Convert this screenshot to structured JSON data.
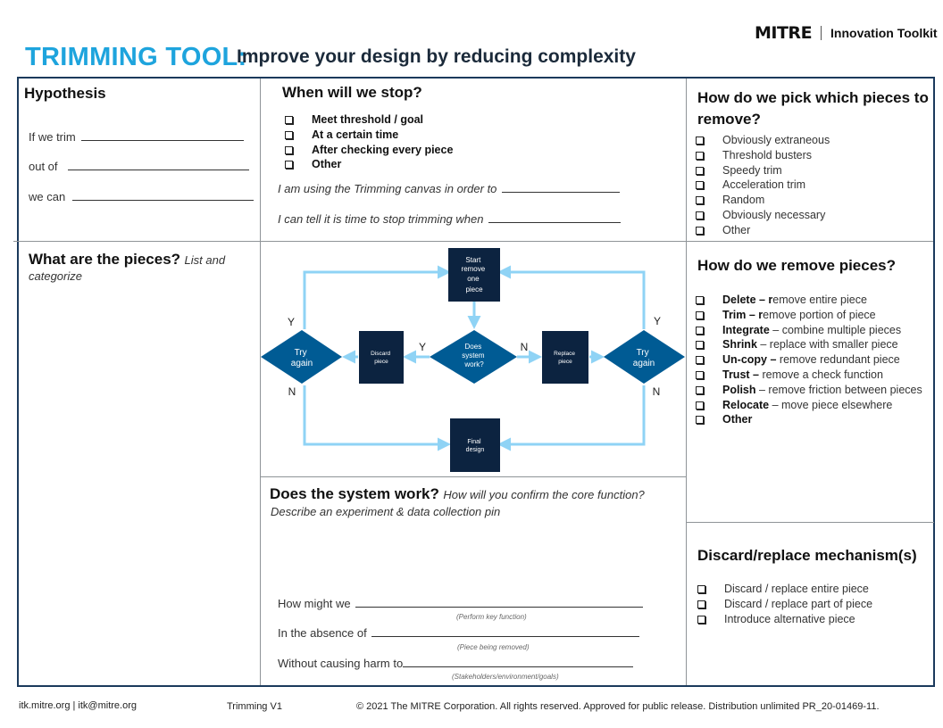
{
  "brand": {
    "logo": "MITRE",
    "tool": "Innovation Toolkit"
  },
  "title": {
    "main": "TRIMMING TOOL:",
    "sub": "Improve your design by reducing complexity"
  },
  "hypothesis": {
    "heading": "Hypothesis",
    "if_label": "If we trim",
    "outof_label": "out of",
    "wecan_label": "we can"
  },
  "stop": {
    "heading": "When will we stop?",
    "options": [
      "Meet threshold / goal",
      "At a certain time",
      "After checking every piece",
      "Other"
    ],
    "statement1": "I am using the Trimming canvas in order to",
    "statement2": "I can tell it is time to stop trimming when"
  },
  "pick": {
    "heading": "How do we pick which pieces to remove?",
    "options": [
      "Obviously extraneous",
      "Threshold busters",
      "Speedy trim",
      "Acceleration trim",
      "Random",
      "Obviously necessary",
      "Other"
    ]
  },
  "pieces": {
    "heading": "What are the pieces?",
    "subheading": "List and categorize"
  },
  "flowchart": {
    "start": [
      "Start",
      "remove",
      "one",
      "piece"
    ],
    "works": [
      "Does",
      "system",
      "work?"
    ],
    "discard": [
      "Discard",
      "piece"
    ],
    "replace": [
      "Replace",
      "piece"
    ],
    "try_left": [
      "Try",
      "again"
    ],
    "try_right": [
      "Try",
      "again"
    ],
    "final": [
      "Final",
      "design"
    ],
    "yes": "Y",
    "no": "N",
    "colors": {
      "box": "#0c2340",
      "diamond": "#005b94",
      "arrow": "#8fd3f5"
    }
  },
  "remove": {
    "heading": "How do we remove pieces?",
    "items": [
      {
        "term": "Delete – r",
        "desc": "emove entire piece"
      },
      {
        "term": "Trim – r",
        "desc": "emove portion of piece"
      },
      {
        "term": "Integrate",
        "desc": " – combine multiple pieces"
      },
      {
        "term": "Shrink",
        "desc": " – replace with smaller piece"
      },
      {
        "term": "Un-copy –",
        "desc": " remove redundant piece"
      },
      {
        "term": "Trust –",
        "desc": " remove a check function"
      },
      {
        "term": "Polish",
        "desc": " – remove friction between pieces"
      },
      {
        "term": "Relocate",
        "desc": " – move piece elsewhere"
      },
      {
        "term": "Other",
        "desc": ""
      }
    ]
  },
  "works": {
    "heading": "Does the system work?",
    "question": "How will you confirm the core function?",
    "line2": "Describe an experiment & data collection pin",
    "prompt1": "How might we",
    "hint1": "(Perform key function)",
    "prompt2": "In the absence of",
    "hint2": "(Piece being removed)",
    "prompt3": "Without causing harm to",
    "hint3": "(Stakeholders/environment/goals)"
  },
  "discard": {
    "heading": "Discard/replace mechanism(s)",
    "options": [
      "Discard / replace entire piece",
      "Discard / replace part of piece",
      "Introduce alternative piece"
    ]
  },
  "footer": {
    "contact": "itk.mitre.org | itk@mitre.org",
    "version": "Trimming V1",
    "copyright": "© 2021 The MITRE Corporation. All rights reserved. Approved for public release. Distribution unlimited PR_20-01469-11."
  }
}
